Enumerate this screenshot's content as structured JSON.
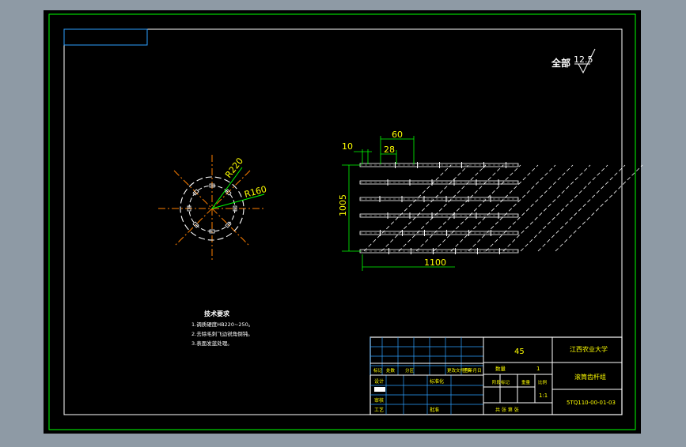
{
  "colors": {
    "viewport": "#8e9aa5",
    "paper": "#000000",
    "border": "#00ff00",
    "inner_border": "#2da0ff",
    "outline": "#ffffff",
    "dimension": "#00ff00",
    "center_line": "#ff7f00",
    "text_yellow": "#ffff00",
    "text_white": "#ffffff"
  },
  "roughness": {
    "prefix": "全部",
    "value": "12.5"
  },
  "dimensions": {
    "d10": "10",
    "d60": "60",
    "d28": "28",
    "d1005": "1005",
    "d1100": "1100",
    "r220": "R220",
    "r160": "R160"
  },
  "tech_requirements": {
    "title": "技术要求",
    "items": [
      "1.调质硬度HB220~250。",
      "2.去除毛刺飞边锐角倒钝。",
      "3.表面发蓝处理。"
    ]
  },
  "title_block": {
    "material": "45",
    "university": "江西农业大学",
    "part_name": "滚筒齿杆组",
    "drawing_no": "5TQ110-00-01-03",
    "qty_label": "数量",
    "qty_value": "1",
    "scale_value": "1:1",
    "stage_mark": "阶段标记",
    "weight": "重量",
    "ratio": "比例",
    "sheets": "共 张 第 张",
    "revision_headers": [
      "标记",
      "处数",
      "分区",
      "更改文件号",
      "签名",
      "年月日"
    ],
    "row_labels": [
      "设计",
      "审核",
      "工艺"
    ],
    "standardize": "标准化",
    "approve": "批准"
  }
}
